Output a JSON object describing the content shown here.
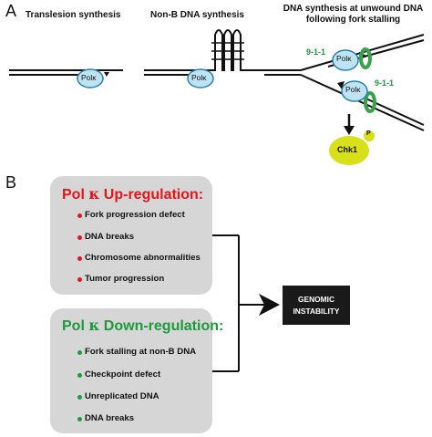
{
  "panelA": {
    "letter": "A",
    "col1_title": "Translesion synthesis",
    "col2_title": "Non-B DNA synthesis",
    "col3_title_line1": "DNA synthesis at unwound DNA",
    "col3_title_line2": "following fork stalling",
    "polk_label": "Polκ",
    "clamp_label": "9-1-1",
    "chk1_label": "Chk1",
    "phospho_label": "P"
  },
  "panelB": {
    "letter": "B",
    "up_title_prefix": "Pol ",
    "up_title_greek": "κ",
    "up_title_suffix": " Up-regulation:",
    "up_items": [
      "Fork progression defect",
      "DNA breaks",
      "Chromosome abnormalities",
      "Tumor progression"
    ],
    "down_title_prefix": "Pol ",
    "down_title_greek": "κ",
    "down_title_suffix": " Down-regulation:",
    "down_items": [
      "Fork stalling at non-B DNA",
      "Checkpoint defect",
      "Unreplicated DNA",
      "DNA breaks"
    ],
    "outcome_line1": "GENOMIC",
    "outcome_line2": "INSTABILITY"
  },
  "colors": {
    "up": "#e8141c",
    "down": "#1e9a3c",
    "box_fill": "#d6d6d6",
    "polk_fill": "#bfe3f2",
    "polk_stroke": "#2a7fb0",
    "clamp": "#3aa14a",
    "chk1": "#d8e01a",
    "outcome_fill": "#1a1a1a"
  }
}
